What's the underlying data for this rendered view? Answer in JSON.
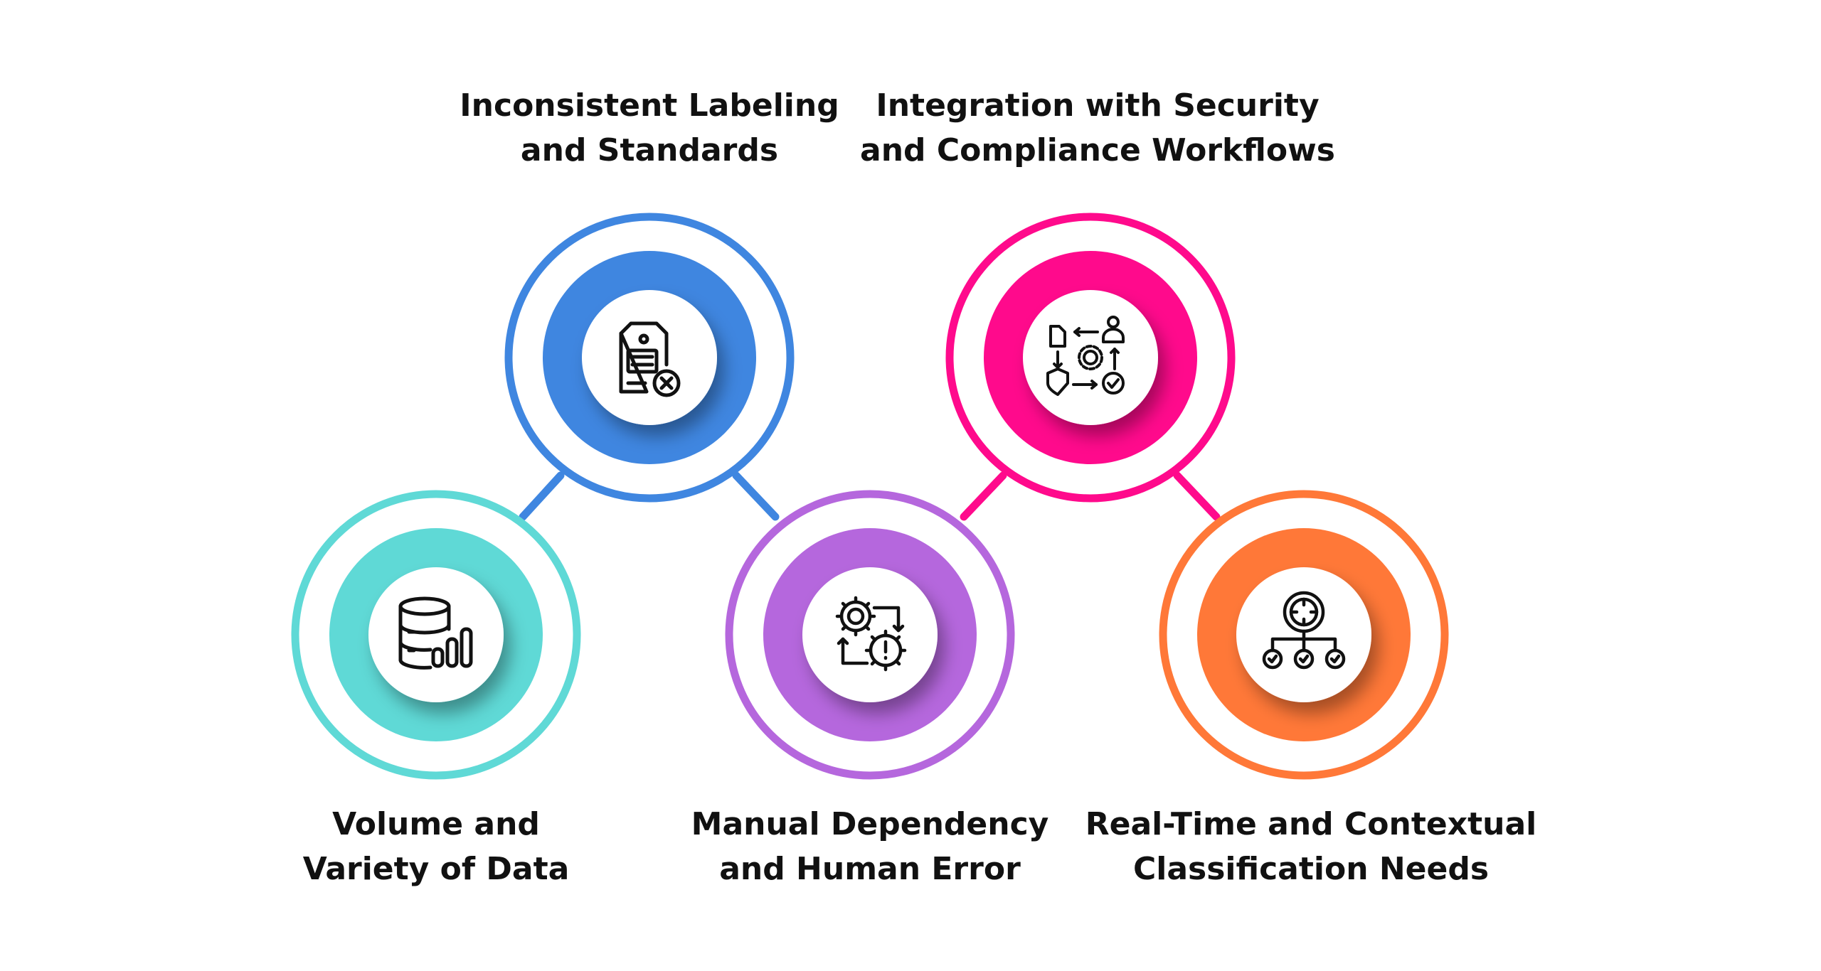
{
  "items": [
    {
      "id": "volume-variety",
      "line1": "Volume and",
      "line2": "Variety of Data",
      "color": "#5FD9D6",
      "icon": "database-chart-icon"
    },
    {
      "id": "inconsistent-labeling",
      "line1": "Inconsistent Labeling",
      "line2": "and Standards",
      "color": "#3F86E0",
      "icon": "tag-error-icon"
    },
    {
      "id": "manual-dependency",
      "line1": "Manual Dependency",
      "line2": "and Human Error",
      "color": "#B567DD",
      "icon": "gears-warning-icon"
    },
    {
      "id": "security-integration",
      "line1": "Integration with Security",
      "line2": "and Compliance Workflows",
      "color": "#FF0A8C",
      "icon": "workflow-shield-icon"
    },
    {
      "id": "realtime-contextual",
      "line1": "Real-Time and Contextual",
      "line2": "Classification Needs",
      "color": "#FF7838",
      "icon": "target-hierarchy-icon"
    }
  ]
}
